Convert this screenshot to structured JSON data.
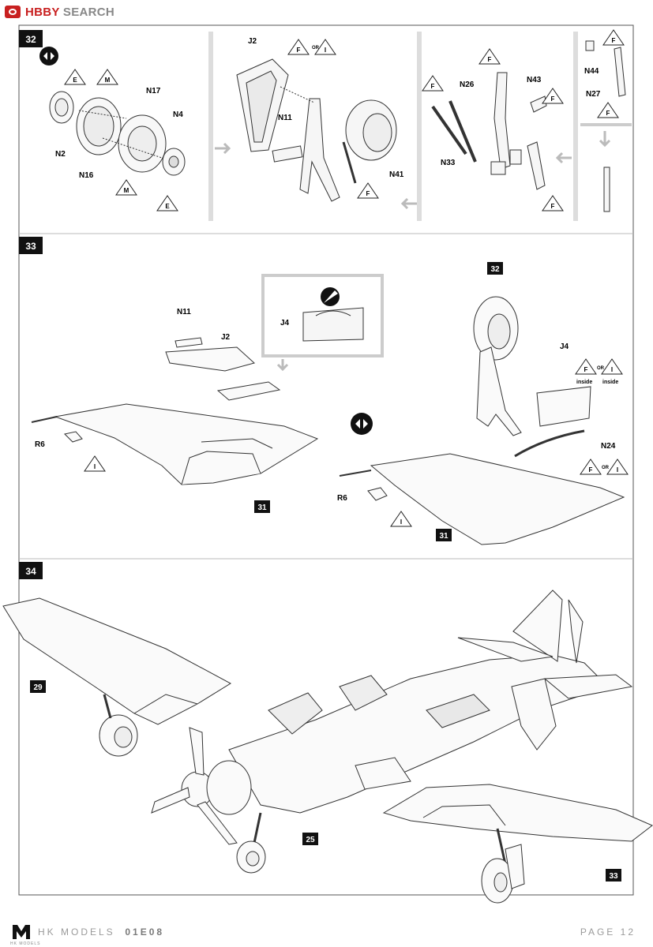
{
  "header": {
    "brand_a": "H",
    "brand_b": "BBY",
    "brand_c": "SEARCH",
    "logo_icon": "hobbysearch-logo-icon"
  },
  "steps": {
    "s32": {
      "number": "32",
      "sub_c_label": "N44",
      "sub_c_label2": "N27"
    },
    "s33": {
      "number": "33"
    },
    "s34": {
      "number": "34"
    }
  },
  "parts": {
    "N2": "N2",
    "N16": "N16",
    "N17": "N17",
    "N4": "N4",
    "J2": "J2",
    "N11": "N11",
    "N41": "N41",
    "N26": "N26",
    "N43": "N43",
    "N33": "N33",
    "N44": "N44",
    "N27": "N27",
    "R6": "R6",
    "J4": "J4",
    "N24": "N24"
  },
  "callouts": {
    "E": "E",
    "M": "M",
    "F": "F",
    "I": "I",
    "OR": "OR",
    "inside": "inside"
  },
  "ref_numbers": {
    "r31": "31",
    "r32": "32",
    "r29": "29",
    "r25": "25",
    "r33": "33"
  },
  "footer": {
    "brand": "HK MODELS",
    "code": "01E08",
    "page": "PAGE 12",
    "logo_sub": "HK MODELS"
  },
  "colors": {
    "accent": "#c82020",
    "ink": "#222222",
    "gray": "#9a9a9a",
    "badge": "#111111"
  }
}
